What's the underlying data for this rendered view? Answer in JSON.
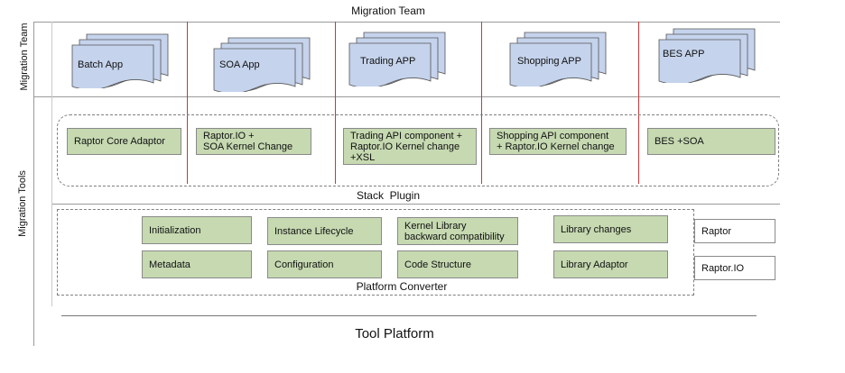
{
  "top_title": "Migration Team",
  "left_labels": {
    "migration_team": "Migration Team",
    "migration_tools": "Migration Tools"
  },
  "apps": [
    {
      "label": "Batch App"
    },
    {
      "label": "SOA App"
    },
    {
      "label": "Trading APP"
    },
    {
      "label": "Shopping APP"
    },
    {
      "label": "BES APP"
    }
  ],
  "stack_components": [
    {
      "label": "Raptor Core Adaptor"
    },
    {
      "label": "Raptor.IO +\nSOA Kernel Change"
    },
    {
      "label": "Trading API component +\nRaptor.IO Kernel change\n+XSL"
    },
    {
      "label": "Shopping API component\n+ Raptor.IO Kernel change"
    },
    {
      "label": "BES +SOA"
    }
  ],
  "stack_caption": "Stack  Plugin",
  "platform_row1": [
    {
      "label": "Initialization"
    },
    {
      "label": "Instance Lifecycle"
    },
    {
      "label": "Kernel Library\nbackward compatibility"
    },
    {
      "label": "Library changes"
    }
  ],
  "platform_row2": [
    {
      "label": "Metadata"
    },
    {
      "label": "Configuration"
    },
    {
      "label": "Code Structure"
    },
    {
      "label": "Library Adaptor"
    }
  ],
  "platform_caption": "Platform Converter",
  "side_boxes": [
    {
      "label": "Raptor"
    },
    {
      "label": "Raptor.IO"
    }
  ],
  "footer": "Tool Platform",
  "colors": {
    "app_fill": "#c5d3ec",
    "component_fill": "#c6d9b1",
    "divider": "#c63a3a",
    "frame": "#9a9a9a"
  }
}
